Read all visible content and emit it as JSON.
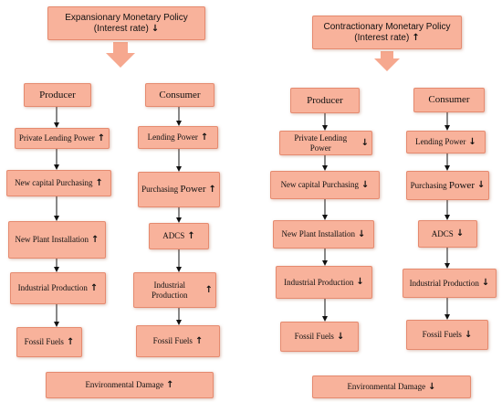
{
  "colors": {
    "box_fill": "#f8b29b",
    "box_border": "#e58a6f",
    "up_arrow": "#111111",
    "down_arrow": "#111111",
    "connector": "#111111",
    "block_arrow": "#f6a88f"
  },
  "expansionary": {
    "title_line1": "Expansionary Monetary Policy",
    "title_line2": "(Interest rate)",
    "title_arrow": "↓",
    "producer": {
      "header": "Producer",
      "steps": [
        {
          "label": "Private Lending Power",
          "arrow": "↑"
        },
        {
          "label": "New capital Purchasing",
          "arrow": "↑"
        },
        {
          "label": "New Plant Installation",
          "arrow": "↑"
        },
        {
          "label": "Industrial Production",
          "arrow": "↑"
        },
        {
          "label": "Fossil Fuels",
          "arrow": "↑"
        }
      ]
    },
    "consumer": {
      "header": "Consumer",
      "steps": [
        {
          "label": "Lending Power",
          "arrow": "↑"
        },
        {
          "label_a": "Purchasing",
          "label_b": "Power",
          "arrow": "↑"
        },
        {
          "label": "ADCS",
          "arrow": "↑"
        },
        {
          "label": "Industrial Production",
          "arrow": "↑"
        },
        {
          "label": "Fossil Fuels",
          "arrow": "↑"
        }
      ]
    },
    "outcome": {
      "label": "Environmental Damage",
      "arrow": "↑"
    }
  },
  "contractionary": {
    "title_line1": "Contractionary Monetary Policy",
    "title_line2": "(Interest rate)",
    "title_arrow": "↑",
    "producer": {
      "header": "Producer",
      "steps": [
        {
          "label": "Private Lending Power",
          "arrow": "↓"
        },
        {
          "label": "New capital Purchasing",
          "arrow": "↓"
        },
        {
          "label": "New Plant Installation",
          "arrow": "↓"
        },
        {
          "label": "Industrial Production",
          "arrow": "↓"
        },
        {
          "label": "Fossil Fuels",
          "arrow": "↓"
        }
      ]
    },
    "consumer": {
      "header": "Consumer",
      "steps": [
        {
          "label": "Lending Power",
          "arrow": "↓"
        },
        {
          "label_a": "Purchasing",
          "label_b": "Power",
          "arrow": "↓"
        },
        {
          "label": "ADCS",
          "arrow": "↓"
        },
        {
          "label": "Industrial Production",
          "arrow": "↓"
        },
        {
          "label": "Fossil Fuels",
          "arrow": "↓"
        }
      ]
    },
    "outcome": {
      "label": "Environmental Damage",
      "arrow": "↓"
    }
  }
}
